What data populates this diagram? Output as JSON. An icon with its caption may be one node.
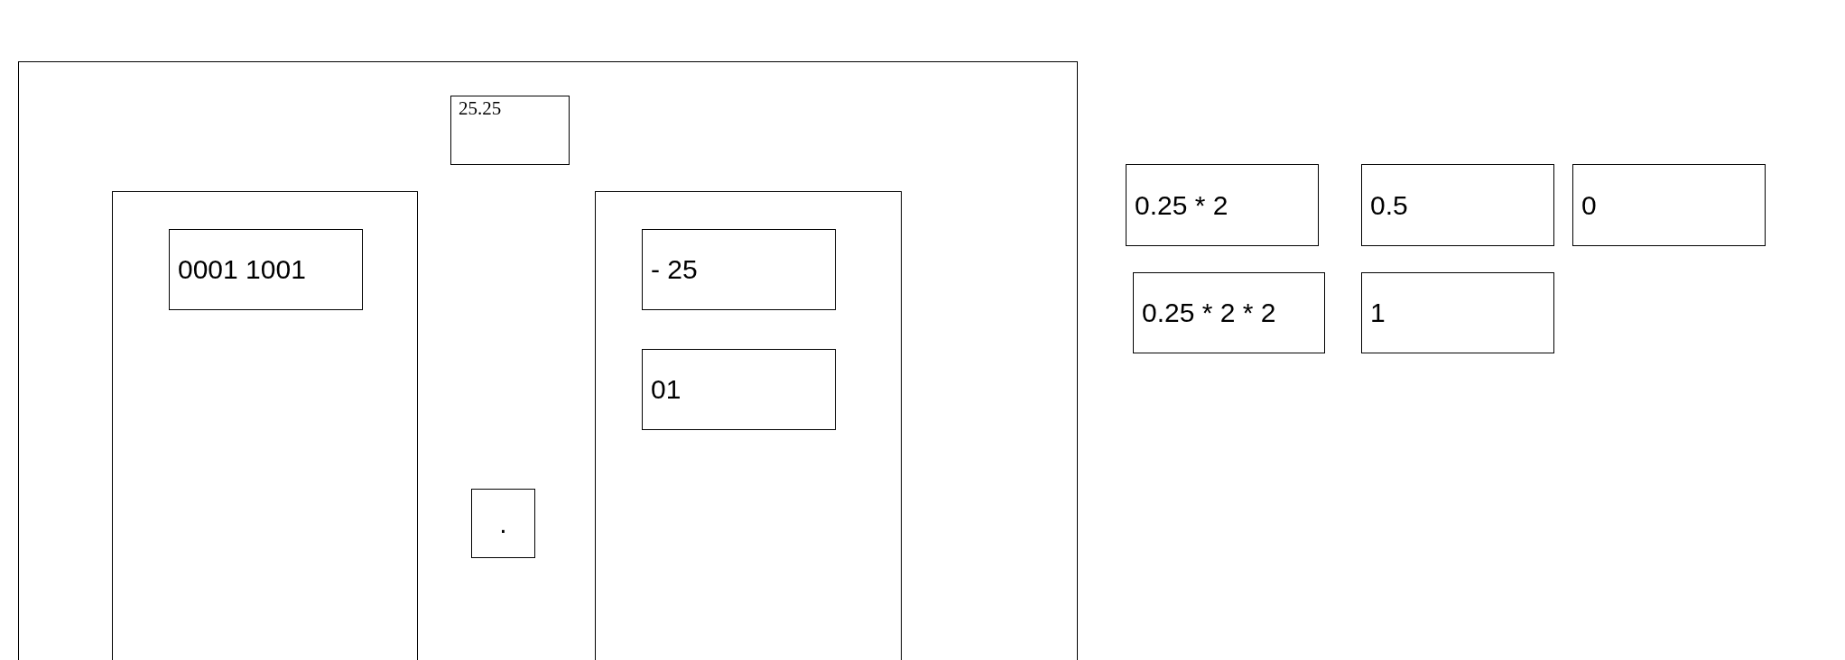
{
  "diagram": {
    "nodes": [
      {
        "text": [],
        "shape": "box"
      },
      {
        "text": [
          "25.25"
        ],
        "in": 0
      },
      {
        "text": [],
        "shape": "box",
        "in": 0
      },
      {
        "text": [
          "0001 1001"
        ],
        "in": 2
      },
      {
        "text": [],
        "shape": "box",
        "in": 0
      },
      {
        "text": [
          "- 25"
        ],
        "in": 4
      },
      {
        "text": [
          "01"
        ],
        "in": 4
      },
      {
        "text": [
          "."
        ],
        "in": 0
      },
      {
        "text": [
          "0.25 * 2"
        ]
      },
      {
        "text": [
          "0.5"
        ]
      },
      {
        "text": [
          "0"
        ]
      },
      {
        "text": [
          "0.25 * 2 * 2"
        ]
      },
      {
        "text": [
          "1"
        ]
      }
    ]
  }
}
